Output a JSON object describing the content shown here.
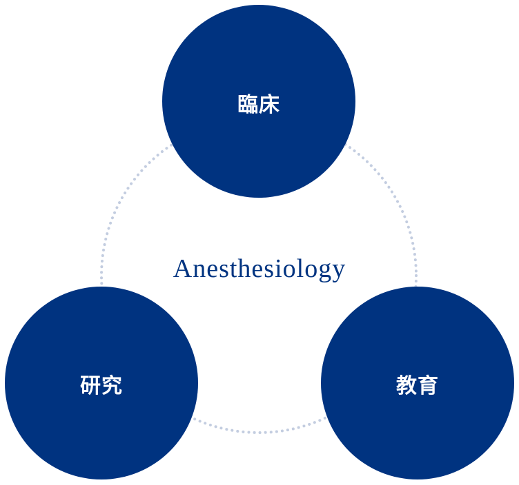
{
  "center_title": "Anesthesiology",
  "nodes": [
    {
      "id": "clinical",
      "label": "臨床"
    },
    {
      "id": "research",
      "label": "研究"
    },
    {
      "id": "education",
      "label": "教育"
    }
  ],
  "colors": {
    "node": "#003380",
    "ring": "#c3cde0",
    "text": "#ffffff"
  }
}
